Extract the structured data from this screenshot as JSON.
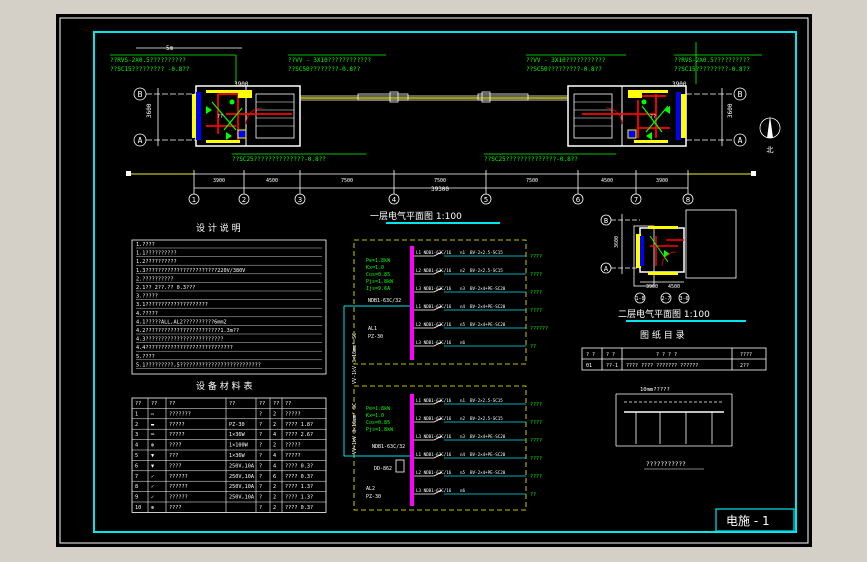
{
  "colors": {
    "background": "#000000",
    "frame": "#00e5ee",
    "wall": "#ffffff",
    "power": "#ff00ff",
    "lighting": "#ffff00",
    "red": "#ff0000",
    "green": "#00ff00",
    "blue": "#0000ff",
    "cyan": "#00ffff"
  },
  "plan": {
    "left_notes": [
      "??RVS-2X0.5??????????",
      "??SC15????????? -0.8??"
    ],
    "right_notes": [
      "??RVS-2X0.5??????????",
      "??SC15?????????-0.8??"
    ],
    "mid_left_notes": [
      "??VV - 3X10????????????",
      "??SC50????????-0.8??"
    ],
    "mid_right_notes": [
      "??VV - 3X10???????????",
      "??SC50?????????-0.8??"
    ],
    "top_label": "5m",
    "bottom_left_note": "??SC25??????????????-0.8??",
    "bottom_right_note": "??SC25??????????????-0.8??",
    "dim_top_left": "3900",
    "dim_side": "3600",
    "axis_rows": [
      "B",
      "A"
    ],
    "axis_cols": [
      "1",
      "2",
      "3",
      "4",
      "5",
      "6",
      "7",
      "8"
    ],
    "dims": [
      "3900",
      "4500",
      "7500",
      "7500",
      "7500",
      "4500",
      "3900"
    ],
    "total_dim": "39300",
    "north_label": "北",
    "title": "一层电气平面图 1:100"
  },
  "plan2": {
    "axis_rows": [
      "B",
      "A"
    ],
    "axis_cols": [
      "1-8",
      "2-7",
      "3-6"
    ],
    "dims": [
      "3900",
      "4500"
    ],
    "dim_side": "3600",
    "title": "二层电气平面图 1:100"
  },
  "notes": {
    "title": "设 计 说 明",
    "lines": [
      "1.????",
      "  1.1??????????",
      "  1.2??????????",
      "  1.3???????????????????????220V/380V",
      "2.??????????",
      "  2.1??     2??.??   0.3???",
      "3.?????",
      "  3.1????????????????????",
      "4.?????",
      "  4.1?????ALL,AL2??????????6mm2",
      "  4.2????????????????????????1.3m??",
      "  4.3?????????????????????????",
      "  4.4????????????????????????????",
      "5.????",
      "  5.1?????????,5??????????????????????????"
    ]
  },
  "materials": {
    "title": "设 备 材 料 表",
    "headers": [
      "??",
      "??",
      "??",
      "??",
      "??",
      "??",
      "??"
    ],
    "rows": [
      [
        "1",
        "▭",
        "???????",
        "",
        "?",
        "2",
        "?????"
      ],
      [
        "2",
        "▬",
        "?????",
        "PZ-30",
        "?",
        "2",
        "????  1.8?"
      ],
      [
        "3",
        "═",
        "?????",
        "1×36W",
        "?",
        "4",
        "????  2.6?"
      ],
      [
        "4",
        "⊗",
        "????",
        "1×100W",
        "?",
        "2",
        "?????"
      ],
      [
        "5",
        "▼",
        "???",
        "1×36W",
        "?",
        "4",
        "?????"
      ],
      [
        "6",
        "▼",
        "????",
        "250V,10A",
        "?",
        "4",
        "????  0.3?"
      ],
      [
        "7",
        "✓",
        "??????",
        "250V,10A",
        "?",
        "6",
        "????  0.3?"
      ],
      [
        "8",
        "✓",
        "??????",
        "250V,10A",
        "?",
        "2",
        "????  1.3?"
      ],
      [
        "9",
        "✓",
        "??????",
        "250V,10A",
        "?",
        "2",
        "????  1.3?"
      ],
      [
        "10",
        "⊕",
        "????",
        "",
        "?",
        "2",
        "????  0.3?"
      ]
    ]
  },
  "riser": {
    "cable_label": "VV-1kV 3×16mm²  SC",
    "panel1": {
      "name": "AL1",
      "model": "PZ-30",
      "params": [
        "Pe=1.8kW",
        "Kx=1.0",
        "Cos=0.85",
        "Pjs=1.8kW",
        "Ijs=9.6A"
      ],
      "main": "NDB1-63C/32",
      "circuits": [
        {
          "breaker": "L1 NDB1-63C/16",
          "cable": "BV-2×2.5-SC15",
          "id": "n1",
          "note": "????"
        },
        {
          "breaker": "L2 NDB1-63C/16",
          "cable": "BV-2×2.5-SC15",
          "id": "n2",
          "note": "????"
        },
        {
          "breaker": "L3 NDB1-63C/16",
          "cable": "BV-2×4+PE-SC20",
          "id": "n3",
          "note": "????"
        },
        {
          "breaker": "L1 NDB1-63C/16",
          "cable": "BV-2×4+PE-SC20",
          "id": "n4",
          "note": "????"
        },
        {
          "breaker": "L2 NDB1-63C/16",
          "cable": "BV-2×4+PE-SC20",
          "id": "n5",
          "note": "??????"
        },
        {
          "breaker": "L3 NDB1-63C/16",
          "cable": "",
          "id": "n6",
          "note": "??"
        }
      ]
    },
    "panel2": {
      "name": "AL2",
      "model": "PZ-30",
      "params": [
        "Pe=1.8kW",
        "Kx=1.0",
        "Cos=0.85",
        "Pjs=1.8kW"
      ],
      "main": "NDB1-63C/32",
      "meter": "DD-862",
      "circuits": [
        {
          "breaker": "L1 NDB1-63C/16",
          "cable": "BV-2×2.5-SC15",
          "id": "n1",
          "note": "????"
        },
        {
          "breaker": "L2 NDB1-63C/16",
          "cable": "BV-2×2.5-SC15",
          "id": "n2",
          "note": "????"
        },
        {
          "breaker": "L3 NDB1-63C/16",
          "cable": "BV-2×4+PE-SC20",
          "id": "n3",
          "note": "????"
        },
        {
          "breaker": "L1 NDB1-63C/16",
          "cable": "BV-2×4+PE-SC20",
          "id": "n4",
          "note": "????"
        },
        {
          "breaker": "L2 NDB1-63C/16",
          "cable": "BV-2×4+PE-SC20",
          "id": "n5",
          "note": "????"
        },
        {
          "breaker": "L3 NDB1-63C/16",
          "cable": "",
          "id": "n6",
          "note": "??"
        }
      ]
    }
  },
  "drawing_index": {
    "title": "图 纸 目 录",
    "headers": [
      "? ?",
      "? ?",
      "? ? ? ?",
      "????"
    ],
    "row": [
      "01",
      "??-1",
      "???? ???? ??????? ??????",
      "2??"
    ]
  },
  "grounding": {
    "top_label": "10mm?????",
    "caption": "???????????"
  },
  "title_block": "电施 - 1"
}
